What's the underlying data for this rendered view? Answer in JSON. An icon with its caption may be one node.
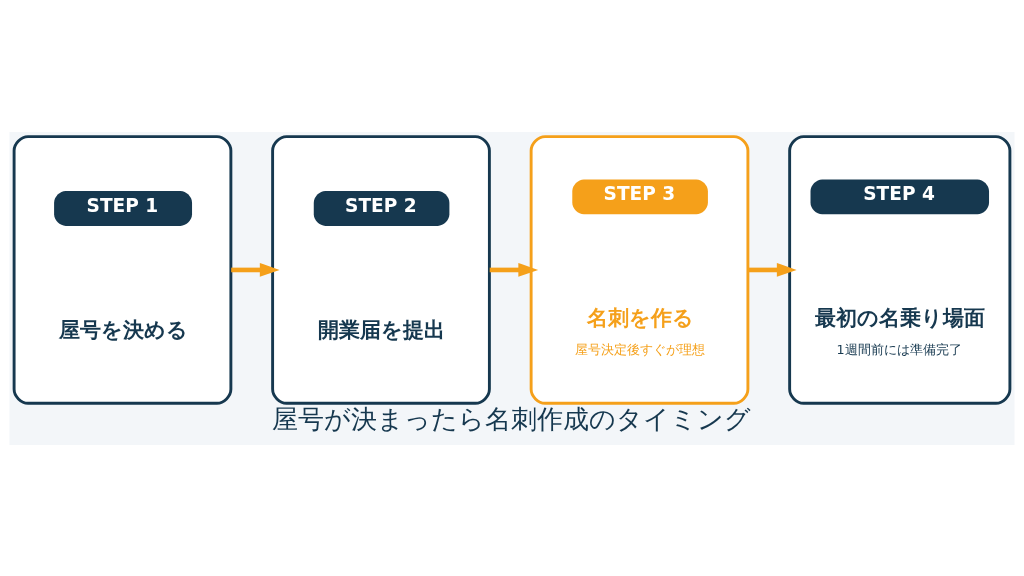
{
  "diagram": {
    "caption": "屋号が決まったら名刺作成のタイミング",
    "nodes": [
      {
        "text": [
          "STEP 1",
          "屋号を決める"
        ]
      },
      {
        "text": [
          "STEP 2",
          "開業届を提出"
        ]
      },
      {
        "text": [
          "STEP 3",
          "名刺を作る",
          "屋号決定後すぐが理想"
        ]
      },
      {
        "text": [
          "STEP 4",
          "最初の名乗り場面",
          "1週間前には準備完了"
        ]
      }
    ],
    "edges": [
      {
        "from": 0,
        "to": 1,
        "arrow": "to"
      },
      {
        "from": 1,
        "to": 2,
        "arrow": "to"
      },
      {
        "from": 2,
        "to": 3,
        "arrow": "to"
      }
    ]
  }
}
